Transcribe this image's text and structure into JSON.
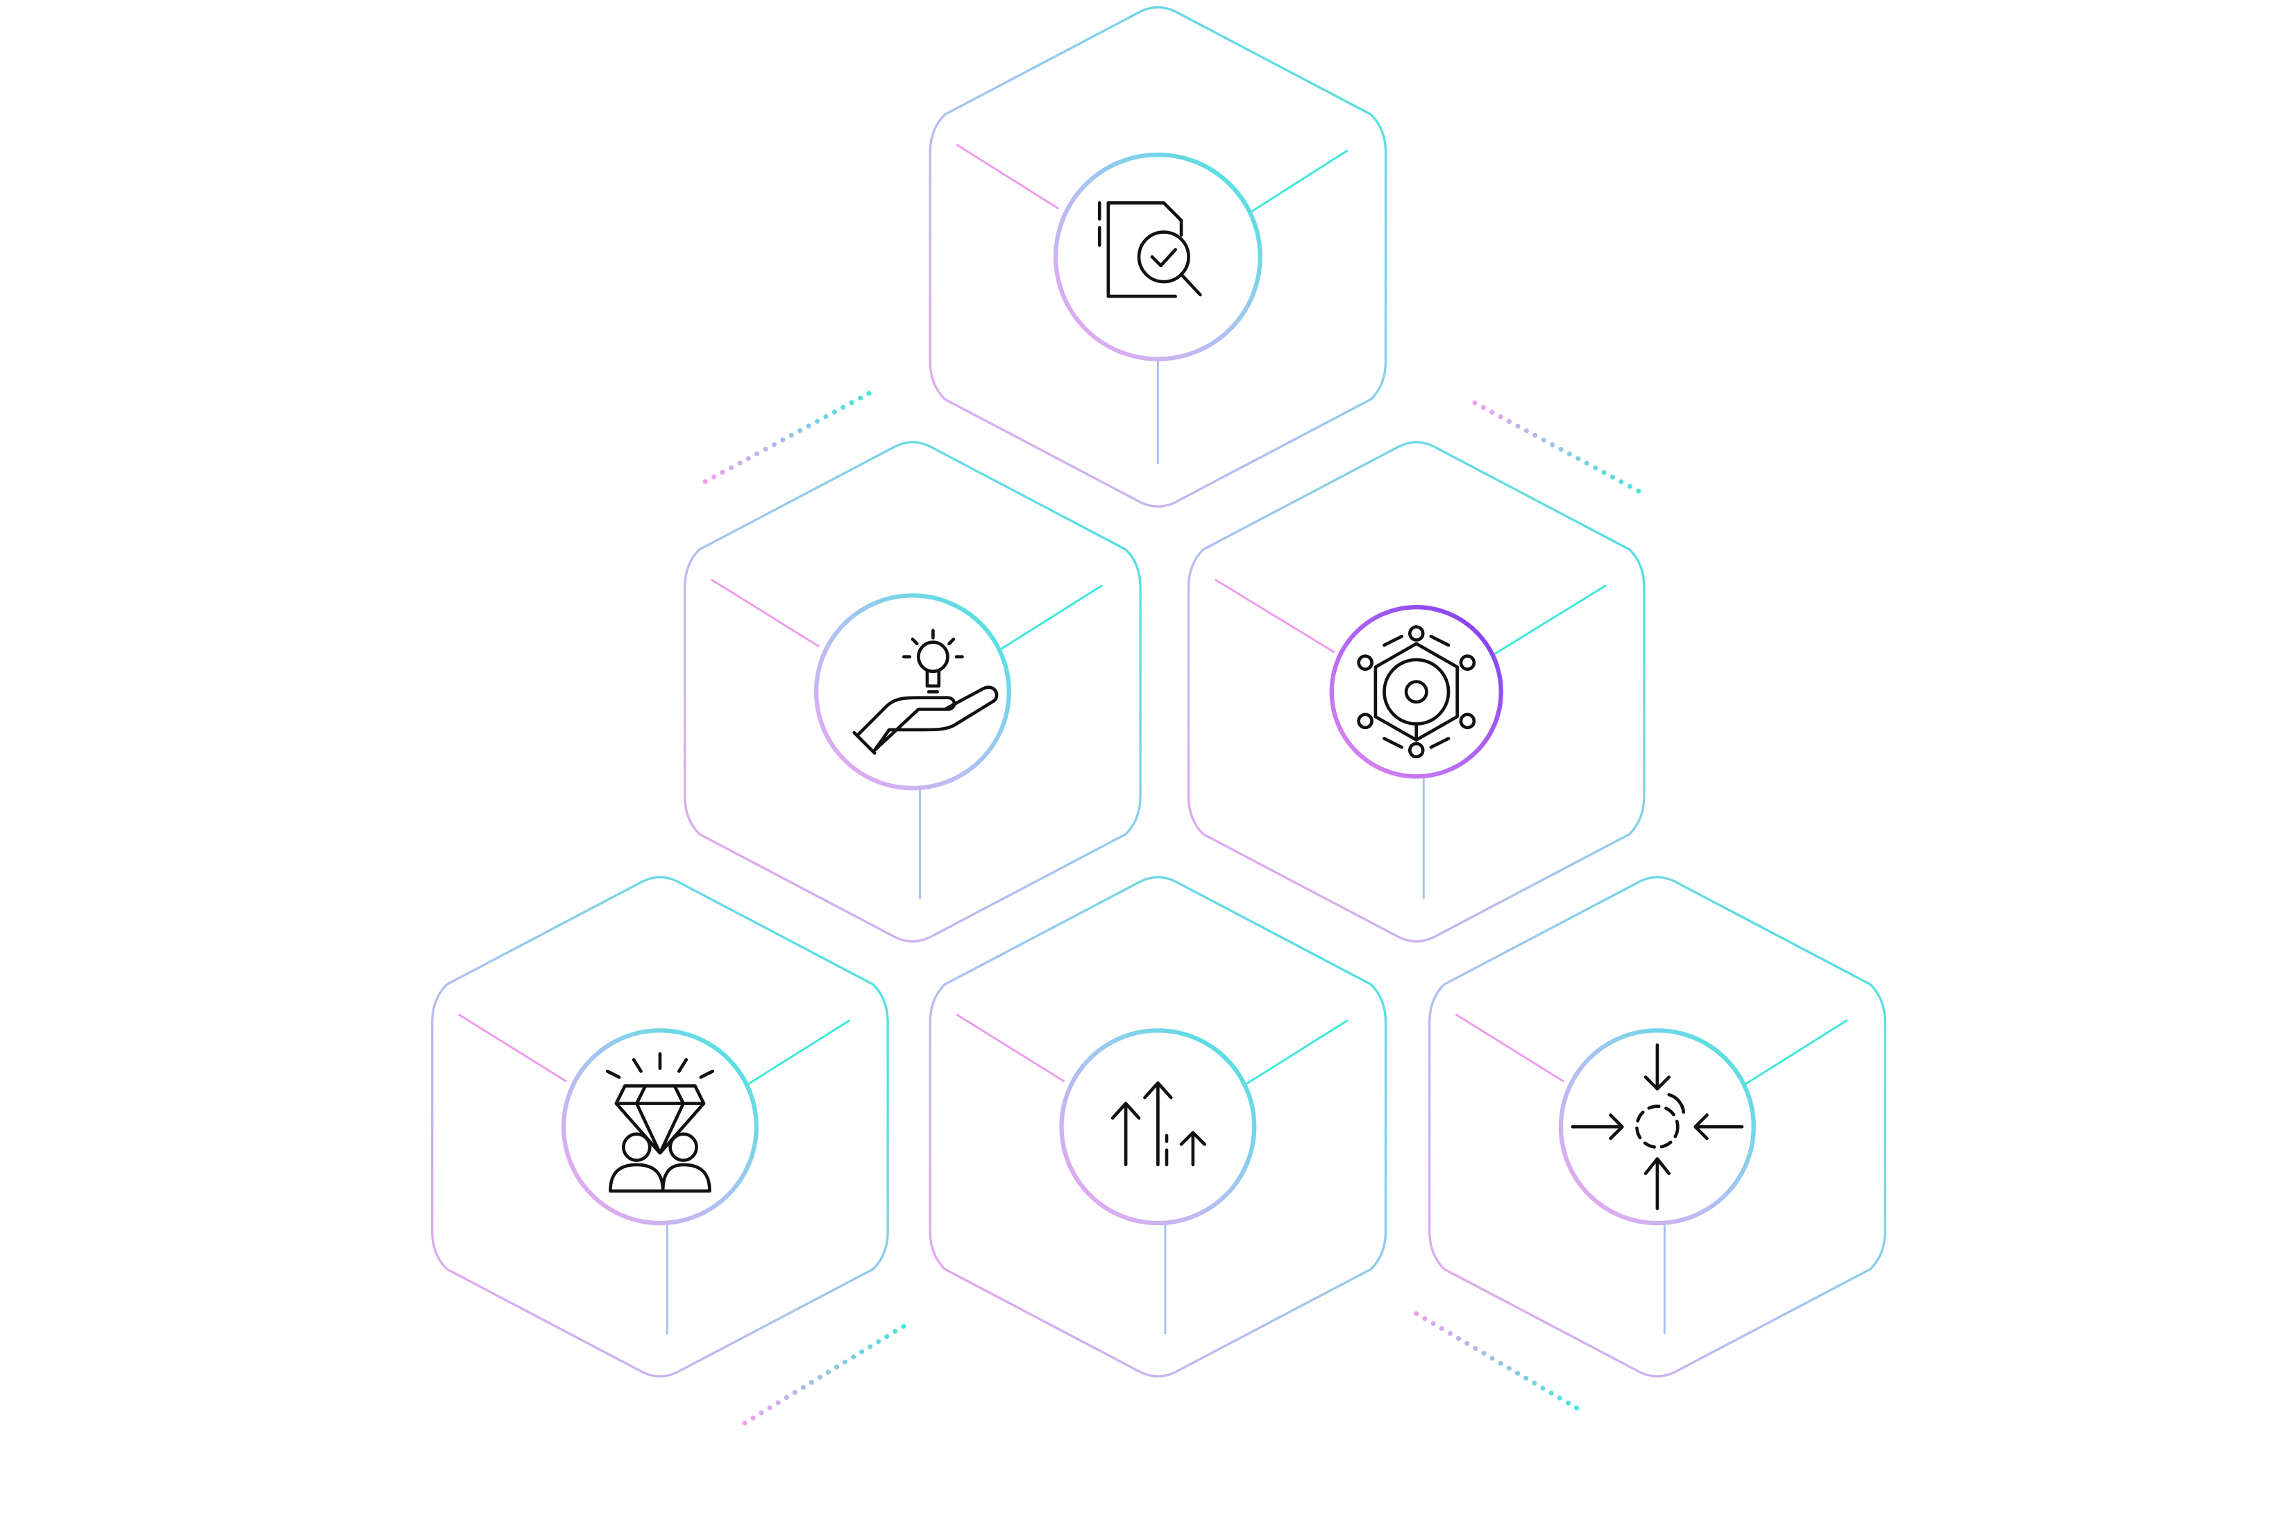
{
  "colors": {
    "cyan": "#3ee8dc",
    "pink": "#ef9cf0",
    "blue": "#a8c2f0",
    "purple": "#9a4cf0",
    "icon": "#111111",
    "background": "#ffffff"
  },
  "nodes": [
    {
      "id": "document-check",
      "icon": "document-search-check-icon"
    },
    {
      "id": "idea-hand",
      "icon": "hand-lightbulb-icon"
    },
    {
      "id": "network-hub",
      "icon": "network-hub-icon"
    },
    {
      "id": "people-diamond",
      "icon": "people-diamond-icon"
    },
    {
      "id": "growth-arrows",
      "icon": "up-arrows-icon"
    },
    {
      "id": "focus-target",
      "icon": "converging-arrows-target-icon"
    }
  ],
  "connectors": [
    {
      "id": "dots-top-left"
    },
    {
      "id": "dots-top-right"
    },
    {
      "id": "dots-bottom-left"
    },
    {
      "id": "dots-bottom-right"
    }
  ]
}
